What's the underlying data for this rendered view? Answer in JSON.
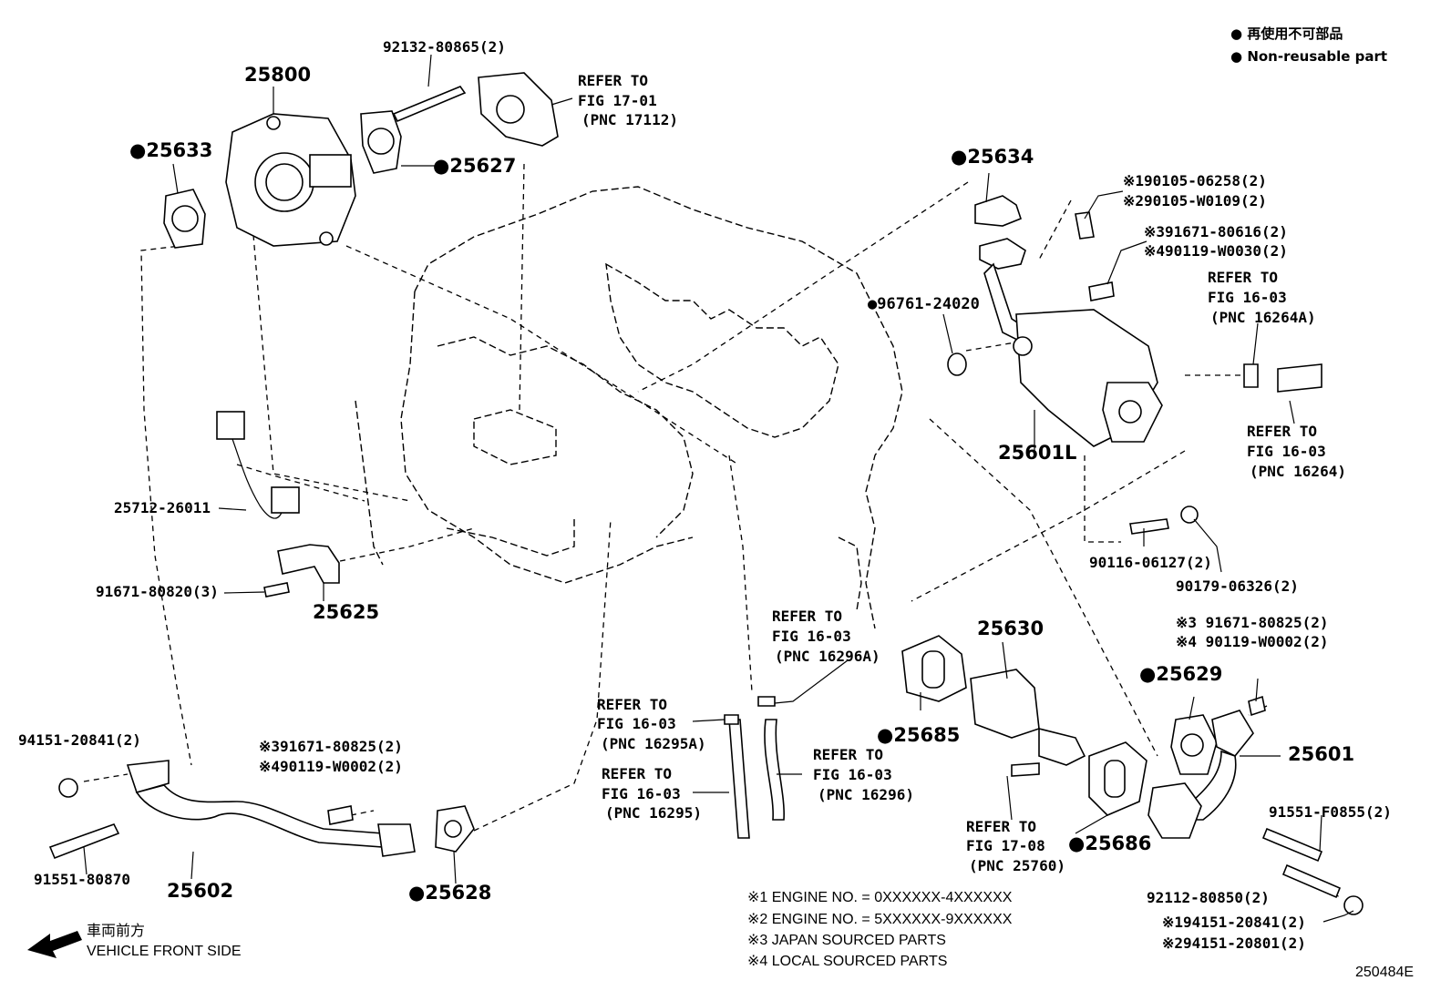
{
  "legend": {
    "nonreusable_jp": "再使用不可部品",
    "nonreusable_en": "Non-reusable part"
  },
  "parts": {
    "p25800": "25800",
    "p92132": "92132-80865(2)",
    "p25633": "25633",
    "p25627": "25627",
    "ref17_01_a": "REFER TO",
    "ref17_01_b": "FIG 17-01",
    "ref17_01_c": "(PNC 17112)",
    "p25634": "25634",
    "p90105a": "※190105-06258(2)",
    "p90105b": "※290105-W0109(2)",
    "p91671a": "※391671-80616(2)",
    "p90119a": "※490119-W0030(2)",
    "ref16264A_a": "REFER TO",
    "ref16264A_b": "FIG 16-03",
    "ref16264A_c": "(PNC 16264A)",
    "p96761": "96761-24020",
    "ref16264_a": "REFER TO",
    "ref16264_b": "FIG 16-03",
    "ref16264_c": "(PNC 16264)",
    "p25601L": "25601L",
    "p25712": "25712-26011",
    "p90116": "90116-06127(2)",
    "p90179": "90179-06326(2)",
    "p91671b": "91671-80820(3)",
    "p25625": "25625",
    "ref16296A_a": "REFER TO",
    "ref16296A_b": "FIG 16-03",
    "ref16296A_c": "(PNC 16296A)",
    "p25630": "25630",
    "p91671c": "※3 91671-80825(2)",
    "p90119b": "※4 90119-W0002(2)",
    "p25629": "25629",
    "p25601": "25601",
    "ref16295A_a": "REFER TO",
    "ref16295A_b": "FIG 16-03",
    "ref16295A_c": "(PNC 16295A)",
    "p25685": "25685",
    "ref16296_a": "REFER TO",
    "ref16296_b": "FIG 16-03",
    "ref16296_c": "(PNC 16296)",
    "ref16295_a": "REFER TO",
    "ref16295_b": "FIG 16-03",
    "ref16295_c": "(PNC 16295)",
    "p94151a": "94151-20841(2)",
    "p91671d": "※391671-80825(2)",
    "p90119c": "※490119-W0002(2)",
    "p91551a": "91551-F0855(2)",
    "ref25760_a": "REFER TO",
    "ref25760_b": "FIG 17-08",
    "ref25760_c": "(PNC 25760)",
    "p25686": "25686",
    "p91551b": "91551-80870",
    "p25602": "25602",
    "p25628": "25628",
    "p92112": "92112-80850(2)",
    "p94151b": "※194151-20841(2)",
    "p94151c": "※294151-20801(2)"
  },
  "notes": {
    "n1": "※1 ENGINE NO. = 0XXXXXX-4XXXXXX",
    "n2": "※2 ENGINE NO. = 5XXXXXX-9XXXXXX",
    "n3": "※3 JAPAN SOURCED PARTS",
    "n4": "※4 LOCAL SOURCED PARTS"
  },
  "direction": {
    "jp": "車両前方",
    "en": "VEHICLE FRONT SIDE"
  },
  "figure_id": "250484E"
}
